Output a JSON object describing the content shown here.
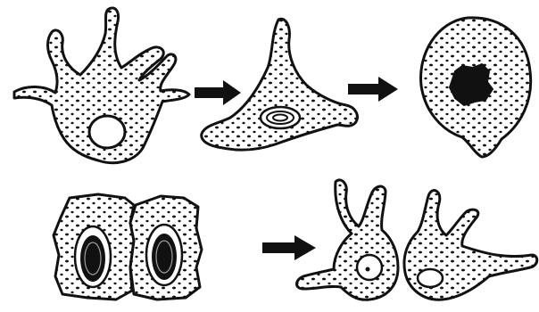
{
  "diagram": {
    "description_free": true,
    "colors": {
      "ink": "#111111",
      "paper": "#ffffff"
    },
    "rows": [
      {
        "stages": [
          "branched-cell",
          "triangular-cell",
          "rounded-cell"
        ],
        "arrows": 2
      },
      {
        "stages": [
          "dividing-cell-pair",
          "two-branched-cells"
        ],
        "arrows": 1
      }
    ]
  }
}
